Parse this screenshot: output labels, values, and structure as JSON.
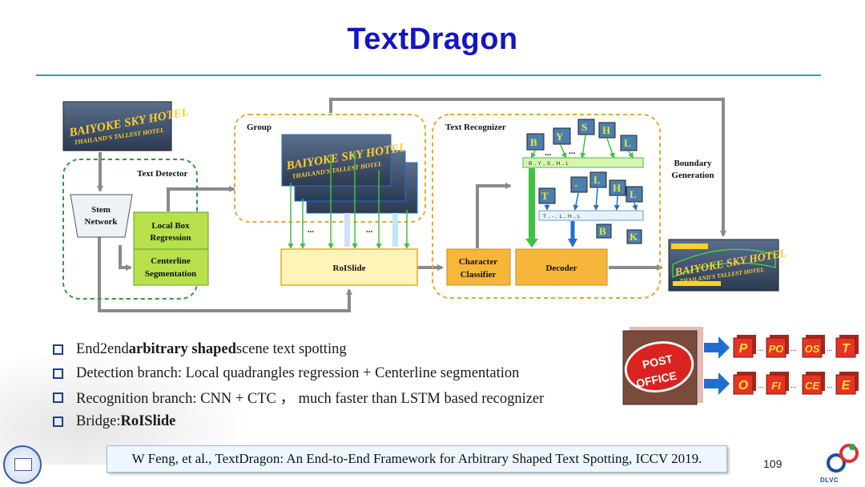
{
  "slide": {
    "title": "TextDragon",
    "page_number": "109",
    "citation": "W Feng, et al., TextDragon: An End-to-End Framework for Arbitrary Shaped Text Spotting, ICCV 2019.",
    "logo_text": "DLVC"
  },
  "diagram": {
    "text_detector": "Text Detector",
    "stem_network_line1": "Stem",
    "stem_network_line2": "Network",
    "local_box_line1": "Local Box",
    "local_box_line2": "Regression",
    "centerline_line1": "Centerline",
    "centerline_line2": "Segmentation",
    "group": "Group",
    "roislide": "RoISlide",
    "text_recognizer": "Text Recognizer",
    "character_line1": "Character",
    "character_line2": "Classifier",
    "decoder": "Decoder",
    "boundary_line1": "Boundary",
    "boundary_line2": "Generation",
    "ellipsis": "...",
    "scene_line1": "BAIYOKE SKY HOTEL",
    "scene_line2": "THAILAND'S TALLEST HOTEL",
    "ctc_row1": "B  ..  Y  ..  S  ..  H  ..  L",
    "ctc_row2": "T  ..  -  ..  L  ..  H  ..  L",
    "post_line1": "POST",
    "post_line2": "OFFICE",
    "tiles_row1": [
      "P",
      "PO",
      "OS",
      "T"
    ],
    "tiles_row2": [
      "O",
      "FI",
      "CE",
      "E"
    ]
  },
  "bullets": [
    {
      "pre": "End2end ",
      "bold": "arbitrary shaped",
      "post": " scene text spotting"
    },
    {
      "pre": "Detection branch: Local quadrangles regression + Centerline segmentation",
      "bold": "",
      "post": ""
    },
    {
      "pre": "Recognition branch: CNN + CTC ， much faster than LSTM based recognizer",
      "bold": "",
      "post": ""
    },
    {
      "pre": "Bridge: ",
      "bold": "RoISlide",
      "post": ""
    }
  ],
  "colors": {
    "title": "#1414c8",
    "rule": "#2aa4a8",
    "detector_border": "#2f9a3a",
    "group_border": "#e8a82a",
    "flow_arrow": "#8a8a8a",
    "green_block": "#b8e04a",
    "orange_block": "#f5b63a",
    "yellow_block": "#fff4b8"
  }
}
